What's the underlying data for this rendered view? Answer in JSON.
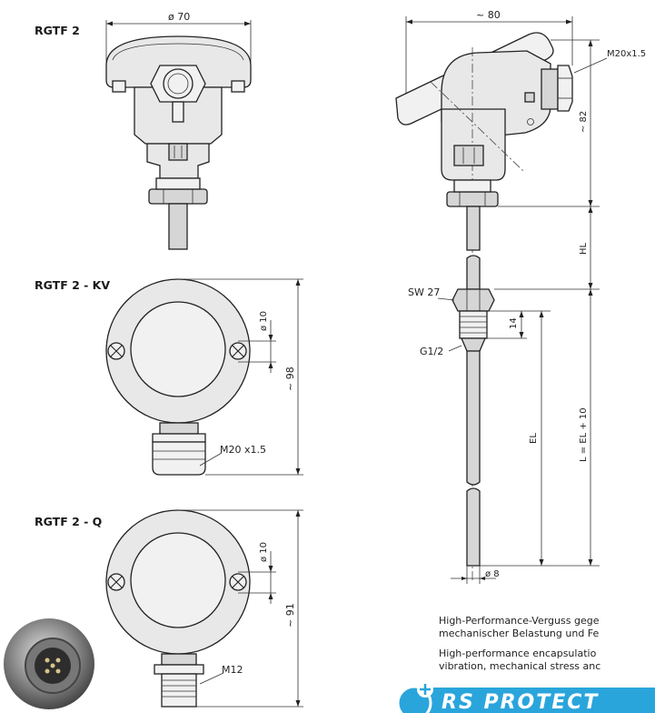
{
  "variants": {
    "rgtf2": "RGTF 2",
    "rgtf2kv": "RGTF 2 - KV",
    "rgtf2q": "RGTF 2 - Q"
  },
  "dims": {
    "top_width": "ø 70",
    "kv_hole": "ø 10",
    "kv_height": "~ 98",
    "kv_gland": "M20 x1.5",
    "q_hole": "ø 10",
    "q_height": "~ 91",
    "q_connector": "M12",
    "side_width": "~ 80",
    "side_gland": "M20x1.5",
    "head_height": "~ 82",
    "hl": "HL",
    "wrench": "SW 27",
    "thread_len": "14",
    "thread": "G1/2",
    "el": "EL",
    "total_len": "L = EL + 10",
    "tube_dia": "ø 8"
  },
  "captions": {
    "de": "High-Performance-Verguss gege",
    "de2": "mechanischer Belastung und Fe",
    "en": "High-performance encapsulatio",
    "en2": "vibration, mechanical stress anc"
  },
  "brand": {
    "text": "RS PROTECT",
    "color": "#2aa5dc",
    "icon": "plus-badge-icon"
  }
}
